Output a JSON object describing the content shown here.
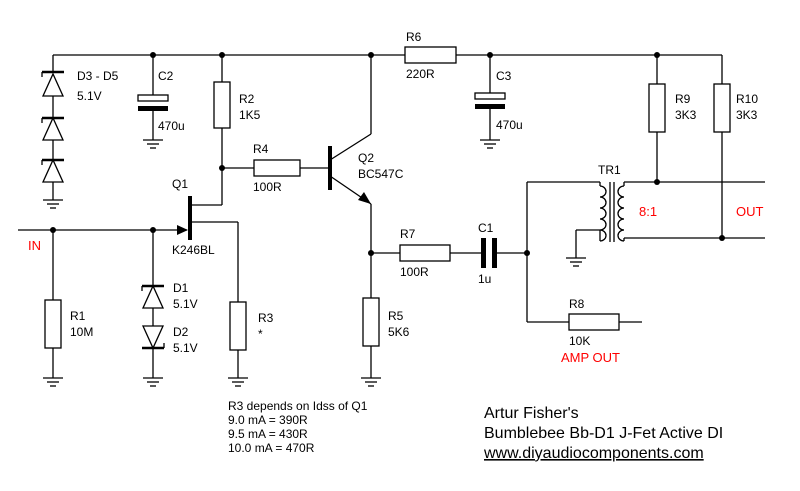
{
  "labels": {
    "D3": "D3 - D5",
    "D3v": "5.1V",
    "C2": "C2",
    "C2v": "470u",
    "R2": "R2",
    "R2v": "1K5",
    "R6": "R6",
    "R6v": "220R",
    "C3": "C3",
    "C3v": "470u",
    "R9": "R9",
    "R9v": "3K3",
    "R10": "R10",
    "R10v": "3K3",
    "R4": "R4",
    "R4v": "100R",
    "Q2": "Q2",
    "Q2v": "BC547C",
    "Q1": "Q1",
    "Q1v": "K246BL",
    "TR1": "TR1",
    "ratio": "8:1",
    "IN": "IN",
    "OUT": "OUT",
    "D1": "D1",
    "D1v": "5.1V",
    "D2": "D2",
    "D2v": "5.1V",
    "R1": "R1",
    "R1v": "10M",
    "R3": "R3",
    "R3v": "*",
    "R5": "R5",
    "R5v": "5K6",
    "R7": "R7",
    "R7v": "100R",
    "C1": "C1",
    "C1v": "1u",
    "R8": "R8",
    "R8v": "10K",
    "AMPOUT": "AMP OUT"
  },
  "notes": [
    "R3 depends on Idss of Q1",
    "9.0 mA = 390R",
    "9.5 mA = 430R",
    "10.0 mA = 470R"
  ],
  "credits": {
    "author": "Artur Fisher's",
    "title": "Bumblebee Bb-D1 J-Fet Active DI",
    "url": "www.diyaudiocomponents.com"
  }
}
